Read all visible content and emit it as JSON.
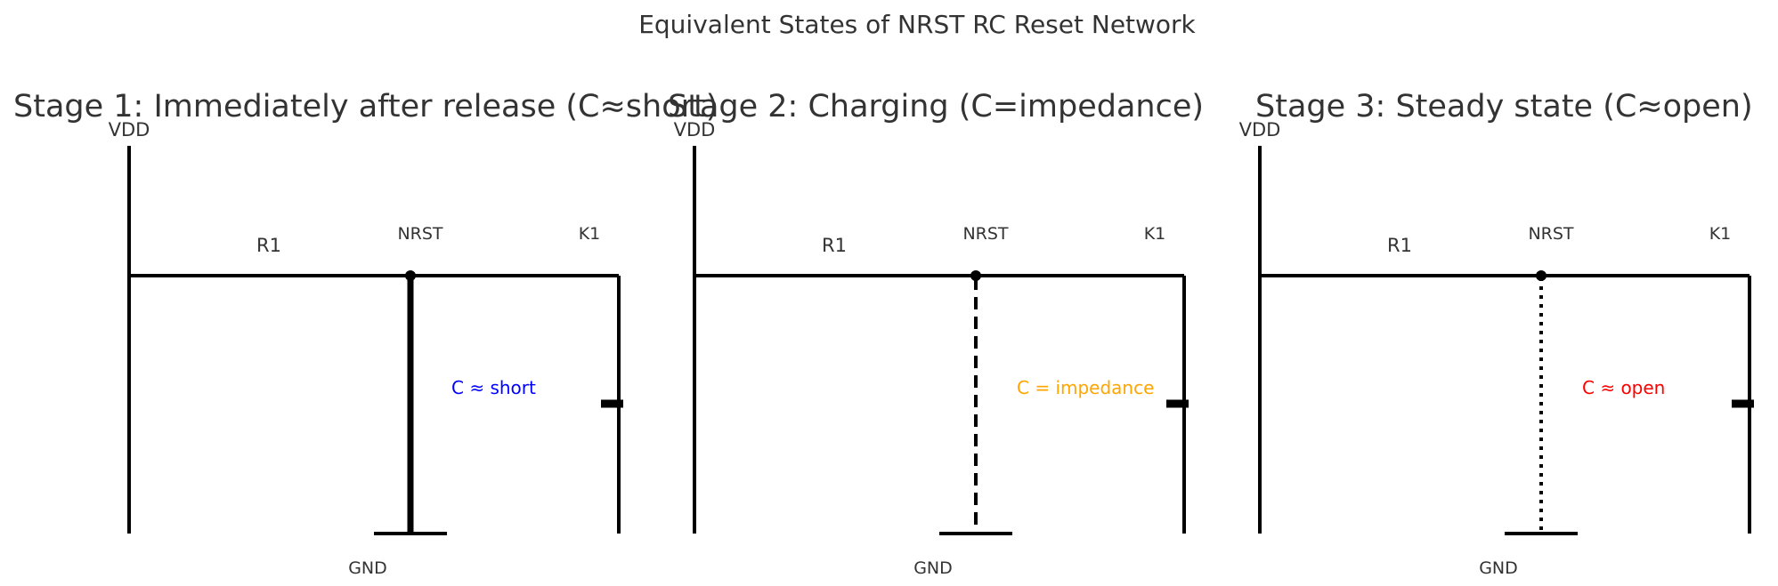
{
  "title": "Equivalent States of NRST RC Reset Network",
  "stages": [
    {
      "title": "Stage 1: Immediately after release (C≈short)",
      "vdd": "VDD",
      "r1": "R1",
      "nrst": "NRST",
      "k1": "K1",
      "gnd": "GND",
      "cap_note": "C ≈ short",
      "cap_note_color": "#0000ff",
      "cap_style": "solid"
    },
    {
      "title": "Stage 2: Charging (C=impedance)",
      "vdd": "VDD",
      "r1": "R1",
      "nrst": "NRST",
      "k1": "K1",
      "gnd": "GND",
      "cap_note": "C = impedance",
      "cap_note_color": "#ffa500",
      "cap_style": "dashed"
    },
    {
      "title": "Stage 3: Steady state (C≈open)",
      "vdd": "VDD",
      "r1": "R1",
      "nrst": "NRST",
      "k1": "K1",
      "gnd": "GND",
      "cap_note": "C ≈ open",
      "cap_note_color": "#ff0000",
      "cap_style": "dotted"
    }
  ]
}
